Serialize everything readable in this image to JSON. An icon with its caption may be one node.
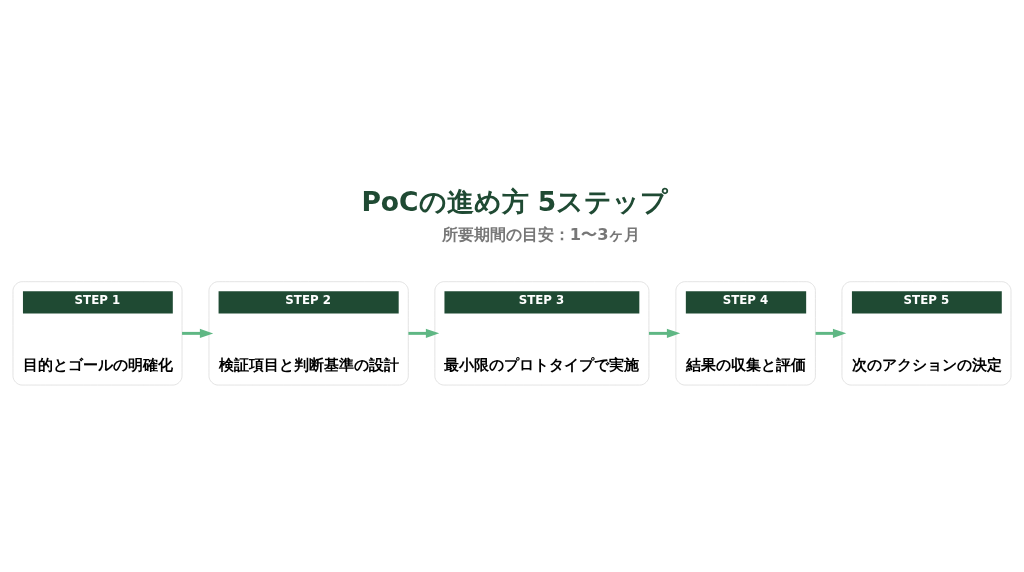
{
  "diagram": {
    "title": "PoCの進め方 5ステップ",
    "nodes": [
      {
        "text": [
          "STEP 1",
          "目的とゴールの明確化"
        ]
      },
      {
        "text": [
          "STEP 2",
          "検証項目と判断基準の設計"
        ]
      },
      {
        "text": [
          "STEP 3",
          "最小限のプロトタイプで実施"
        ]
      },
      {
        "text": [
          "STEP 4",
          "結果の収集と評価"
        ]
      },
      {
        "text": [
          "STEP 5",
          "次のアクションの決定"
        ]
      }
    ],
    "edges": [
      {
        "from": 0,
        "to": 1,
        "arrow": "to"
      },
      {
        "from": 1,
        "to": 2,
        "arrow": "to"
      },
      {
        "from": 2,
        "to": 3,
        "arrow": "to"
      },
      {
        "from": 3,
        "to": 4,
        "arrow": "to"
      }
    ],
    "labels": [
      "所要期間の目安：1〜3ヶ月"
    ]
  }
}
